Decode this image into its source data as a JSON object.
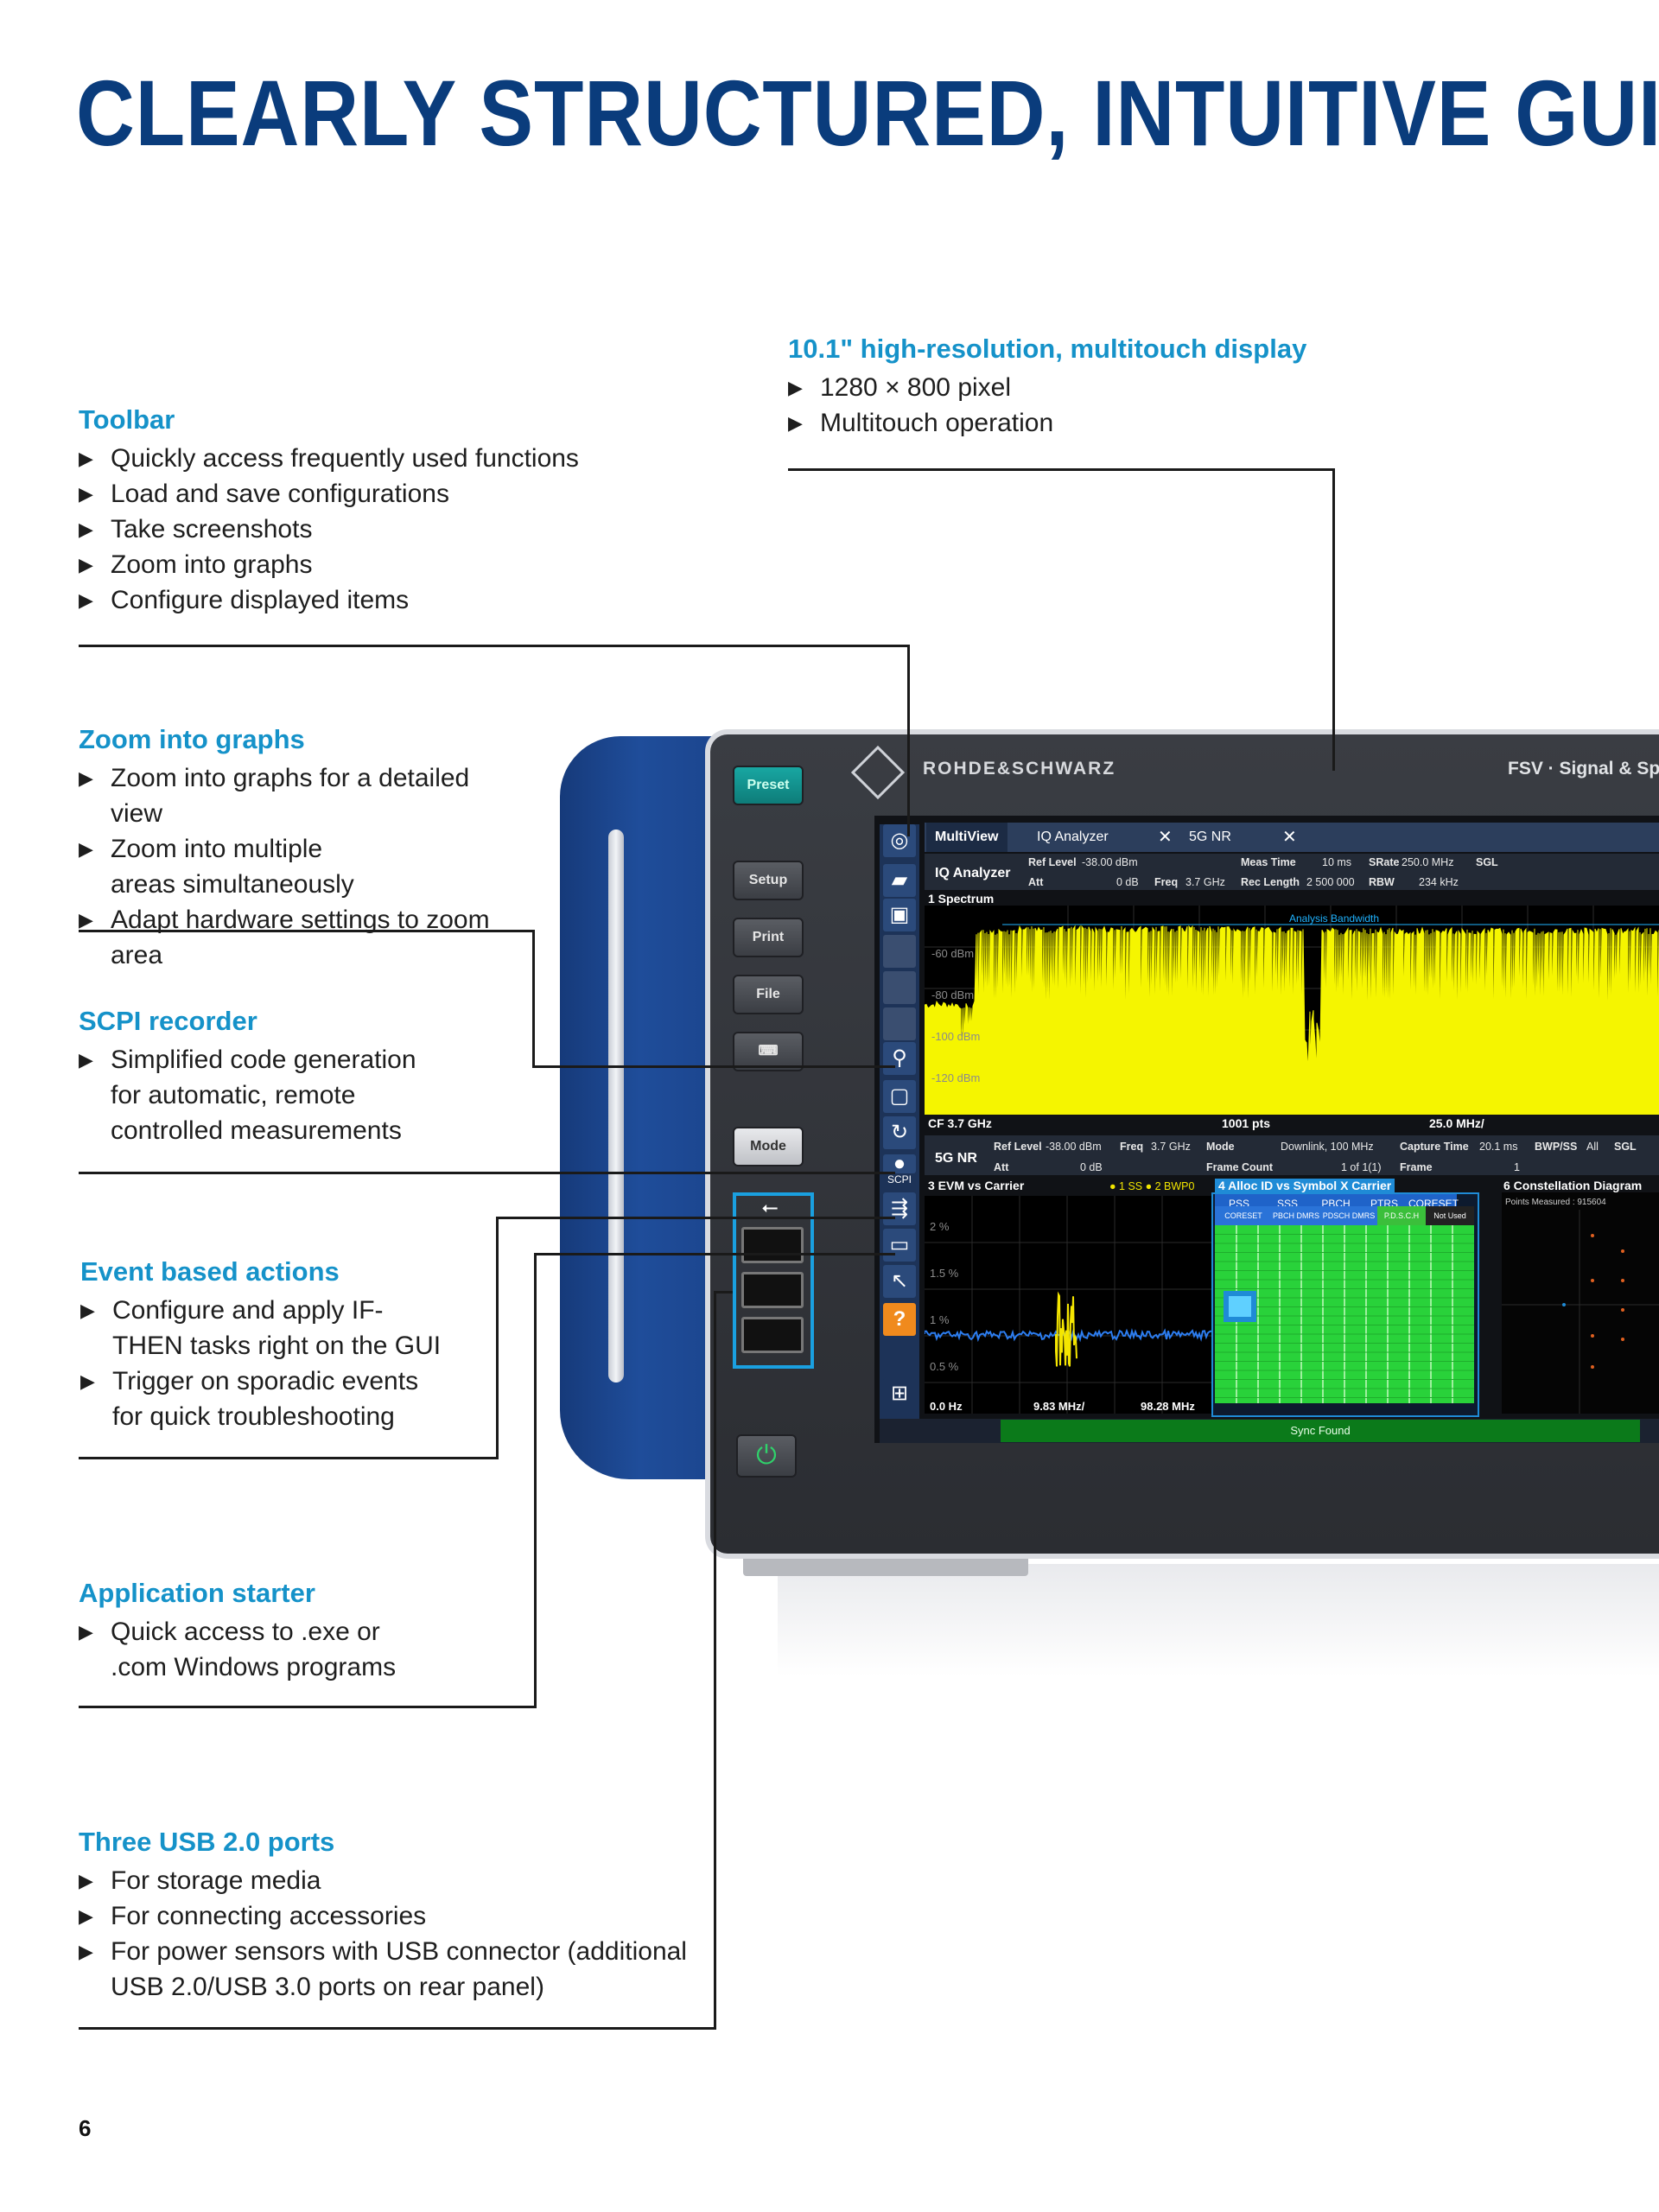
{
  "page": {
    "title": "CLEARLY STRUCTURED, INTUITIVE GUI",
    "page_number": "6"
  },
  "sections": {
    "display": {
      "heading": "10.1\" high-resolution, multitouch display",
      "items": [
        "1280 × 800 pixel",
        "Multitouch operation"
      ]
    },
    "toolbar": {
      "heading": "Toolbar",
      "items": [
        "Quickly access frequently used functions",
        "Load and save configurations",
        "Take screenshots",
        "Zoom into graphs",
        "Configure displayed items"
      ]
    },
    "zoom": {
      "heading": "Zoom into graphs",
      "items": [
        "Zoom into graphs for a detailed view",
        "Zoom into multiple areas simultaneously",
        "Adapt hardware settings to zoom area"
      ]
    },
    "scpi": {
      "heading": "SCPI recorder",
      "items": [
        "Simplified code generation for automatic, remote controlled measurements"
      ]
    },
    "events": {
      "heading": "Event based actions",
      "items": [
        "Configure and apply IF-THEN tasks right on the GUI",
        "Trigger on sporadic events for quick troubleshooting"
      ]
    },
    "app": {
      "heading": "Application starter",
      "items": [
        "Quick access to .exe or .com Windows programs"
      ]
    },
    "usb": {
      "heading": "Three USB 2.0 ports",
      "items": [
        "For storage media",
        "For connecting accessories",
        "For power sensors with USB connector (additional USB 2.0/USB 3.0 ports on rear panel)"
      ]
    }
  },
  "device": {
    "brand": "ROHDE&SCHWARZ",
    "model": "FSV · Signal & Spec",
    "buttons": {
      "preset": "Preset",
      "setup": "Setup",
      "print": "Print",
      "file": "File",
      "keyboard": "⌨",
      "mode": "Mode",
      "power": "⏻"
    },
    "usb_symbol": "⭠",
    "toolbar_icons": {
      "camera": "◎",
      "open": "▰",
      "save": "▣",
      "zoom": "⚲",
      "fit": "▢",
      "refresh": "↻",
      "scpi": "●",
      "scpi_label": "SCPI",
      "event": "⇶",
      "app": "▭",
      "pointer": "↖",
      "help": "?",
      "windows": "⊞"
    }
  },
  "screen": {
    "tabs": [
      {
        "label": "MultiView"
      },
      {
        "label": "IQ Analyzer"
      },
      {
        "label": "5G NR"
      }
    ],
    "close_glyph": "✕",
    "iq": {
      "name": "IQ Analyzer",
      "ref_level_label": "Ref Level",
      "ref_level": "-38.00 dBm",
      "att_label": "Att",
      "att": "0 dB",
      "freq_label": "Freq",
      "freq": "3.7 GHz",
      "meas_time_label": "Meas Time",
      "meas_time": "10 ms",
      "rec_length_label": "Rec Length",
      "rec_length": "2 500 000",
      "srate_label": "SRate",
      "srate": "250.0 MHz",
      "rbw_label": "RBW",
      "rbw": "234 kHz",
      "sgl": "SGL"
    },
    "spectrum": {
      "label": "1 Spectrum",
      "analysis_bw": "Analysis Bandwidth",
      "y_labels": [
        "-60 dBm",
        "-80 dBm",
        "-100 dBm",
        "-120 dBm"
      ],
      "cf": "CF 3.7 GHz",
      "pts": "1001 pts",
      "span": "25.0 MHz/"
    },
    "nr": {
      "name": "5G NR",
      "ref_level_label": "Ref Level",
      "ref_level": "-38.00 dBm",
      "att_label": "Att",
      "att": "0 dB",
      "freq_label": "Freq",
      "freq": "3.7 GHz",
      "mode_label": "Mode",
      "mode": "Downlink, 100 MHz",
      "frame_count_label": "Frame Count",
      "frame_count": "1 of 1(1)",
      "capture_label": "Capture Time",
      "capture": "20.1 ms",
      "frame_label": "Frame",
      "frame": "1",
      "bwp_label": "BWP/SS",
      "bwp": "All",
      "sgl": "SGL"
    },
    "evm": {
      "label": "3 EVM vs Carrier",
      "legend": "● 1 SS ● 2 BWP0",
      "y_labels": [
        "2 %",
        "1.5 %",
        "1 %",
        "0.5 %"
      ],
      "x_start": "0.0 Hz",
      "x_step": "9.83 MHz/",
      "x_end": "98.28 MHz"
    },
    "alloc": {
      "label": "4 Alloc ID vs Symbol X Carrier",
      "headers": [
        "PSS",
        "SSS",
        "PBCH",
        "PTRS",
        "CORESET"
      ],
      "headers2": [
        "CORESET DMRS",
        "PBCH DMRS",
        "PDSCH DMRS",
        "P.D.S.C.H",
        "Not Used"
      ]
    },
    "constellation": {
      "label": "6 Constellation Diagram",
      "points": "Points Measured : 915604"
    },
    "status": "Sync Found"
  }
}
